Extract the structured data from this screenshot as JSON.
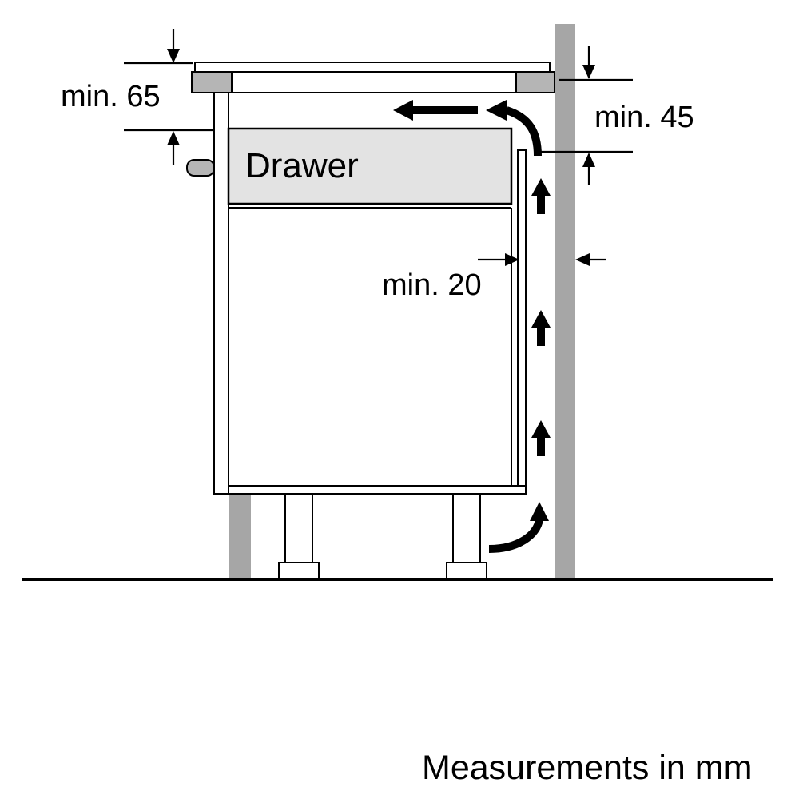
{
  "diagram": {
    "labels": {
      "min65": "min. 65",
      "min45": "min. 45",
      "min20": "min. 20",
      "drawer": "Drawer",
      "footer": "Measurements in mm"
    },
    "colors": {
      "background": "#ffffff",
      "line": "#000000",
      "wall": "#a6a6a6",
      "worktop": "#b5b5b5",
      "drawer_fill": "#e3e3e3"
    }
  }
}
